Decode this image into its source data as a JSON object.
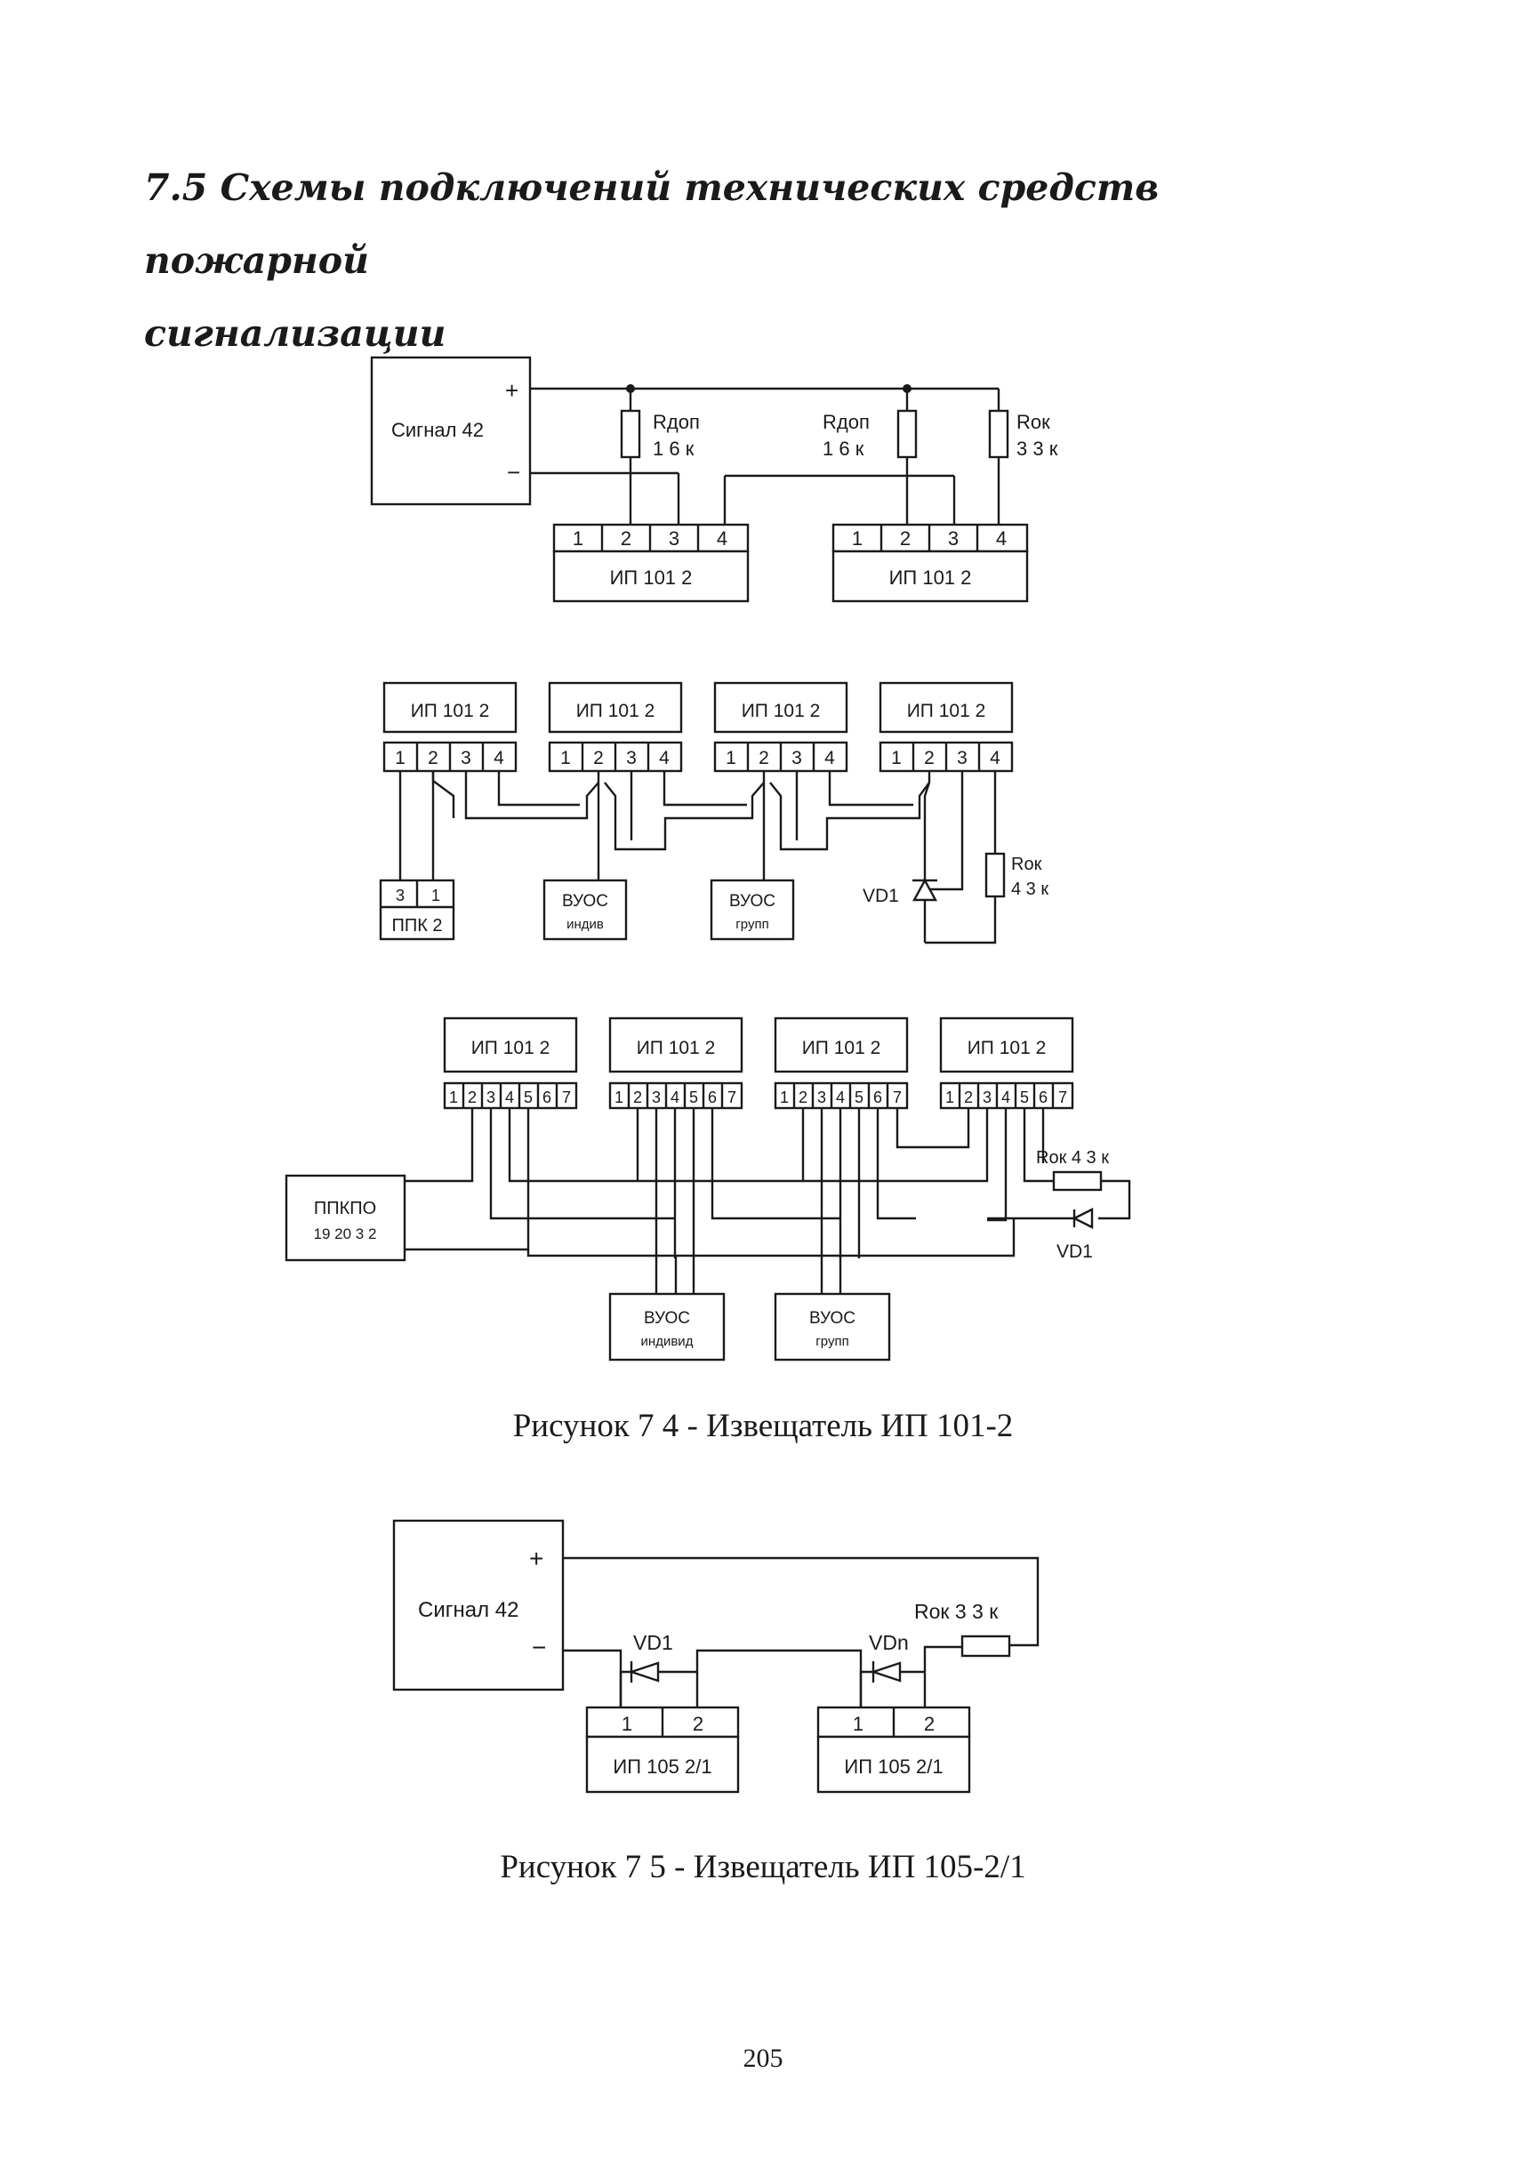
{
  "heading": {
    "line1": "7.5 Схемы подключений технических средств пожарной",
    "line2": "сигнализации"
  },
  "fig1": {
    "panel_label": "Сигнал 42",
    "plus": "+",
    "minus": "−",
    "r1_name": "Rдоп",
    "r1_value": "1 6 к",
    "r2_name": "Rдоп",
    "r2_value": "1 6 к",
    "r3_name": "Rок",
    "r3_value": "3 3 к",
    "detector_label": "ИП 101 2",
    "terminals": [
      "1",
      "2",
      "3",
      "4"
    ]
  },
  "fig2": {
    "detector_label": "ИП 101 2",
    "terminals": [
      "1",
      "2",
      "3",
      "4"
    ],
    "ppk_label": "ППК 2",
    "ppk_t1": "3",
    "ppk_t2": "1",
    "vuos1_l1": "ВУОС",
    "vuos1_l2": "индив",
    "vuos2_l1": "ВУОС",
    "vuos2_l2": "групп",
    "diode": "VD1",
    "rok_name": "Rок",
    "rok_value": "4 3 к"
  },
  "fig3": {
    "detector_label": "ИП 101 2",
    "terminals": [
      "1",
      "2",
      "3",
      "4",
      "5",
      "6",
      "7"
    ],
    "ppkpo_l1": "ППКПО",
    "ppkpo_l2": "19 20 3 2",
    "vuos1_l1": "ВУОС",
    "vuos1_l2": "индивид",
    "vuos2_l1": "ВУОС",
    "vuos2_l2": "групп",
    "rok_label": "Rок 4 3 к",
    "diode": "VD1"
  },
  "caption1": "Рисунок 7 4 - Извещатель ИП 101-2",
  "fig4": {
    "panel_label": "Сигнал 42",
    "plus": "+",
    "minus": "−",
    "vd1": "VD1",
    "vdn": "VDn",
    "rok_label": "Rок 3 3 к",
    "detector_label": "ИП 105 2/1",
    "t1": "1",
    "t2": "2"
  },
  "caption2": "Рисунок 7 5 - Извещатель ИП 105-2/1",
  "page_number": "205"
}
